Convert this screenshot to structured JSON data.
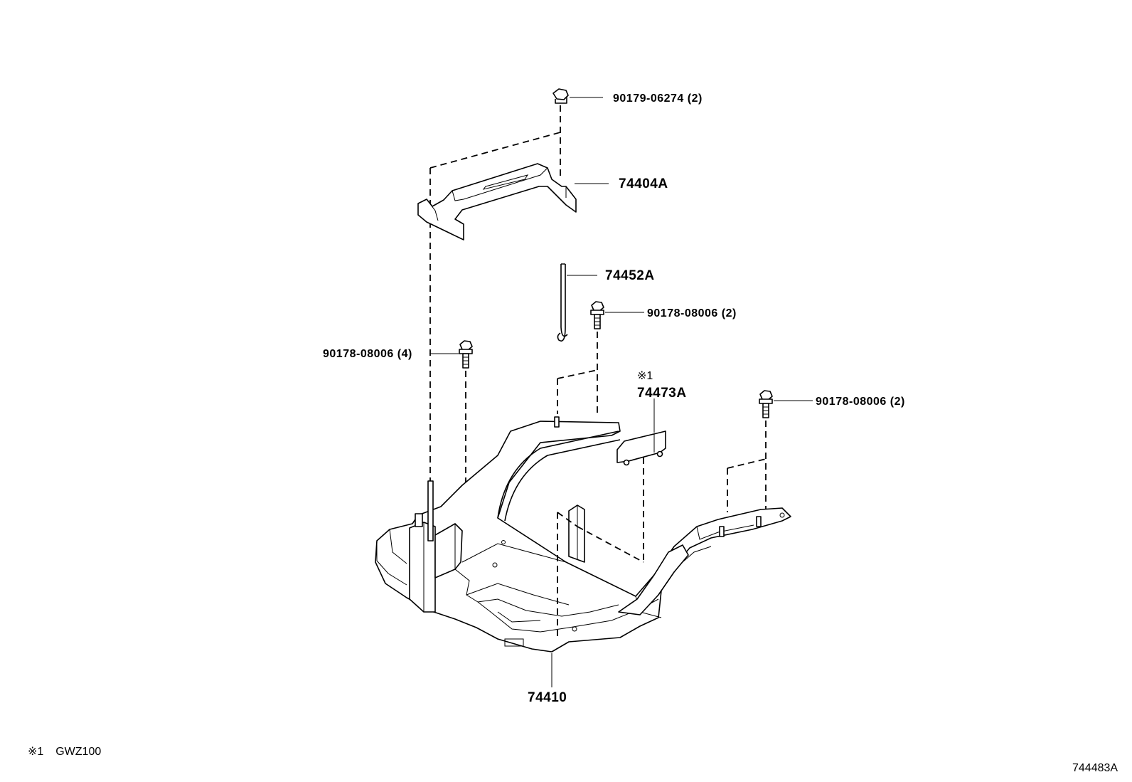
{
  "labels": {
    "nut_top": "90179-06274 (2)",
    "bracket_top": "74404A",
    "rod": "74452A",
    "bolt_mid": "90178-08006 (2)",
    "bolt_left": "90178-08006 (4)",
    "note_marker": "※1",
    "sub_part": "74473A",
    "bolt_right": "90178-08006 (2)",
    "tray": "74410"
  },
  "footnote": {
    "marker": "※1",
    "text": "GWZ100"
  },
  "illustration_id": "744483A"
}
